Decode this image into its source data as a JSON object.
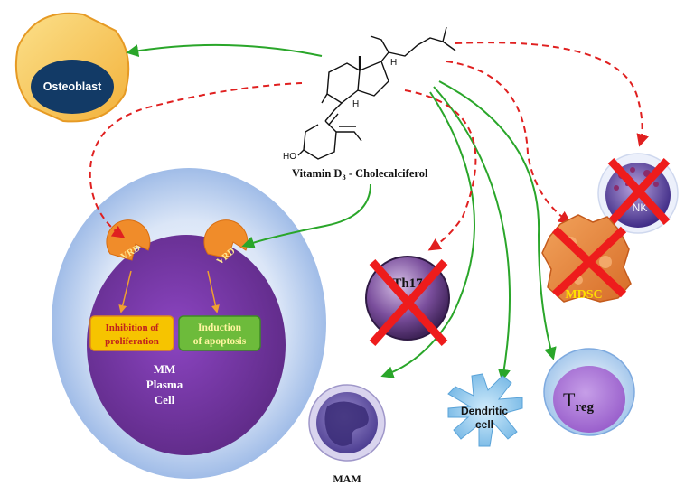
{
  "compound": {
    "name": "Vitamin D",
    "subscript": "3",
    "suffix": " - Cholecalciferol",
    "ring_labels": {
      "methyl_h": "H",
      "ring_h": "H",
      "hydroxyl": "HO"
    }
  },
  "osteoblast": {
    "label": "Osteoblast"
  },
  "plasma_cell": {
    "title_lines": [
      "MM",
      "Plasma",
      "Cell"
    ],
    "receptor_left": "VRD",
    "receptor_right": "VRD",
    "box_left_lines": [
      "Inhibition of",
      "proliferation"
    ],
    "box_right_lines": [
      "Induction",
      "of apoptosis"
    ]
  },
  "th17": {
    "label": "Th17"
  },
  "mdsc": {
    "label": "MDSC"
  },
  "nk": {
    "label": "NK"
  },
  "treg": {
    "label": "T",
    "subscript": "reg"
  },
  "dendritic": {
    "label_lines": [
      "Dendritic",
      "cell"
    ]
  },
  "mam": {
    "label": "MAM"
  },
  "colors": {
    "stimulate_arrow": "#2aa62a",
    "inhibit_arrow": "#e02020",
    "cross": "#ee1c1c",
    "plasma_core": "#6a2d91",
    "box_left": "#f6c400",
    "box_right": "#6dbb3b"
  }
}
